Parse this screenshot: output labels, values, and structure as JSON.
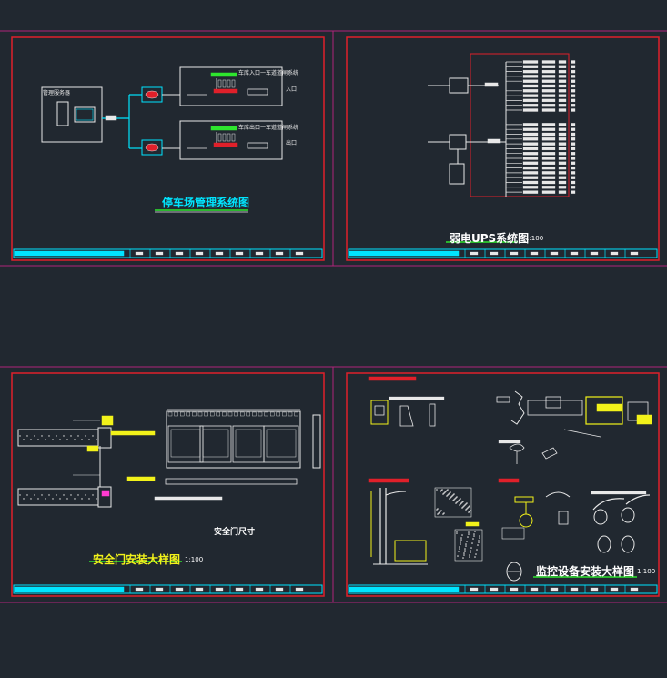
{
  "colors": {
    "background": "#212830",
    "sheet_border": "#b0247a",
    "frame_red": "#e0202a",
    "title_cyan": "#00e5ff",
    "title_white": "#ffffff",
    "line_white": "#e8e8e8",
    "accent_yellow": "#f2f21a",
    "accent_green": "#2ee62e",
    "accent_red": "#e0202a"
  },
  "sheets": [
    {
      "id": "parking",
      "title": "停车场管理系统图",
      "scale": "",
      "labels": {
        "server": "管理服务器",
        "entry": "入口",
        "exit": "出口",
        "lane_in": "车库入口一车道道闸系统",
        "lane_out": "车库出口一车道道闸系统"
      }
    },
    {
      "id": "ups",
      "title": "弱电UPS系统图",
      "scale": "1:100"
    },
    {
      "id": "door",
      "title": "安全门安装大样图",
      "scale": "1:100",
      "subtitle": "安全门尺寸"
    },
    {
      "id": "cctv",
      "title": "监控设备安装大样图",
      "scale": "1:100"
    }
  ]
}
